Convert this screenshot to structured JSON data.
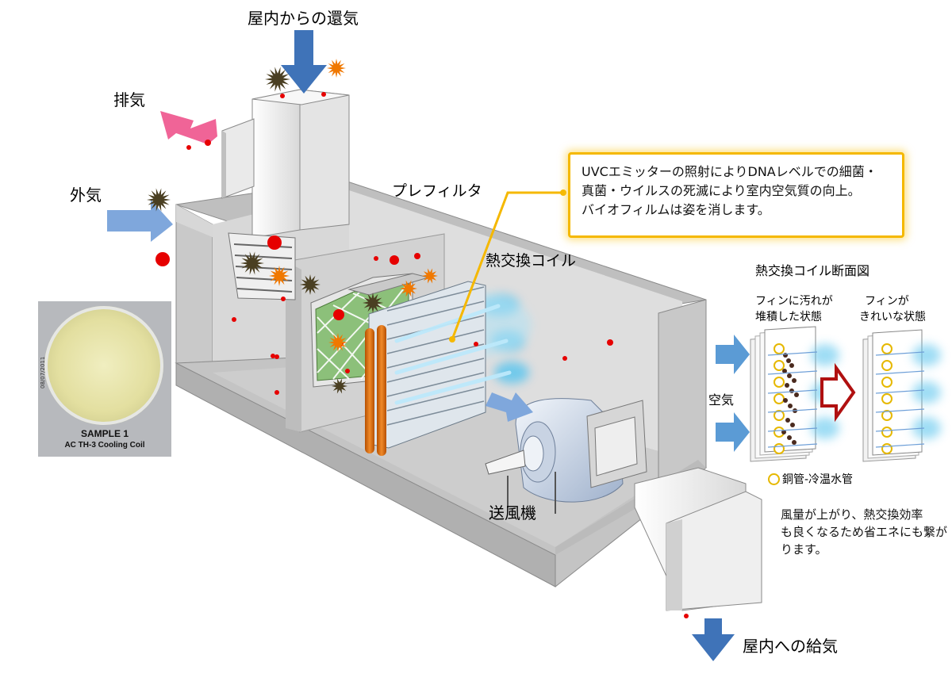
{
  "labels": {
    "return_air": "屋内からの還気",
    "exhaust": "排気",
    "outside_air": "外気",
    "pre_filter": "プレフィルタ",
    "heat_exchange_coil": "熱交換コイル",
    "fan": "送風機",
    "supply_air": "屋内への給気",
    "coil_cross_section": "熱交換コイル断面図",
    "fins_dirty_line1": "フィンに汚れが",
    "fins_dirty_line2": "堆積した状態",
    "fins_clean_line1": "フィンが",
    "fins_clean_line2": "きれいな状態",
    "air": "空気",
    "legend_copper_pipe": "銅管-冷温水管"
  },
  "callout": {
    "line1": "UVCエミッターの照射によりDNAレベルでの細菌・",
    "line2": "真菌・ウイルスの死滅により室内空気質の向上。",
    "line3": "バイオフィルムは姿を消します。"
  },
  "note": {
    "line1": "風量が上がり、熱交換効率",
    "line2": "も良くなるため省エネにも繋が",
    "line3": "ります。"
  },
  "photo": {
    "caption1": "SAMPLE 1",
    "caption2": "AC TH-3 Cooling Coil",
    "date": "08/07/2011"
  },
  "colors": {
    "return_arrow": "#3f73b8",
    "exhaust_arrow": "#f06497",
    "outside_arrow": "#7fa7dc",
    "uv_glow": "#5ec6ee",
    "coil_pipe": "#e46c0a",
    "filter_green": "#6aa84f",
    "callout_border": "#f5b800",
    "red_particle": "#e60000",
    "orange_particle": "#f07800",
    "dark_particle": "#4a3f22",
    "fin_dot": "#e6b800",
    "dirt": "#4a2a1e",
    "comparison_arrow": "#b01010"
  }
}
